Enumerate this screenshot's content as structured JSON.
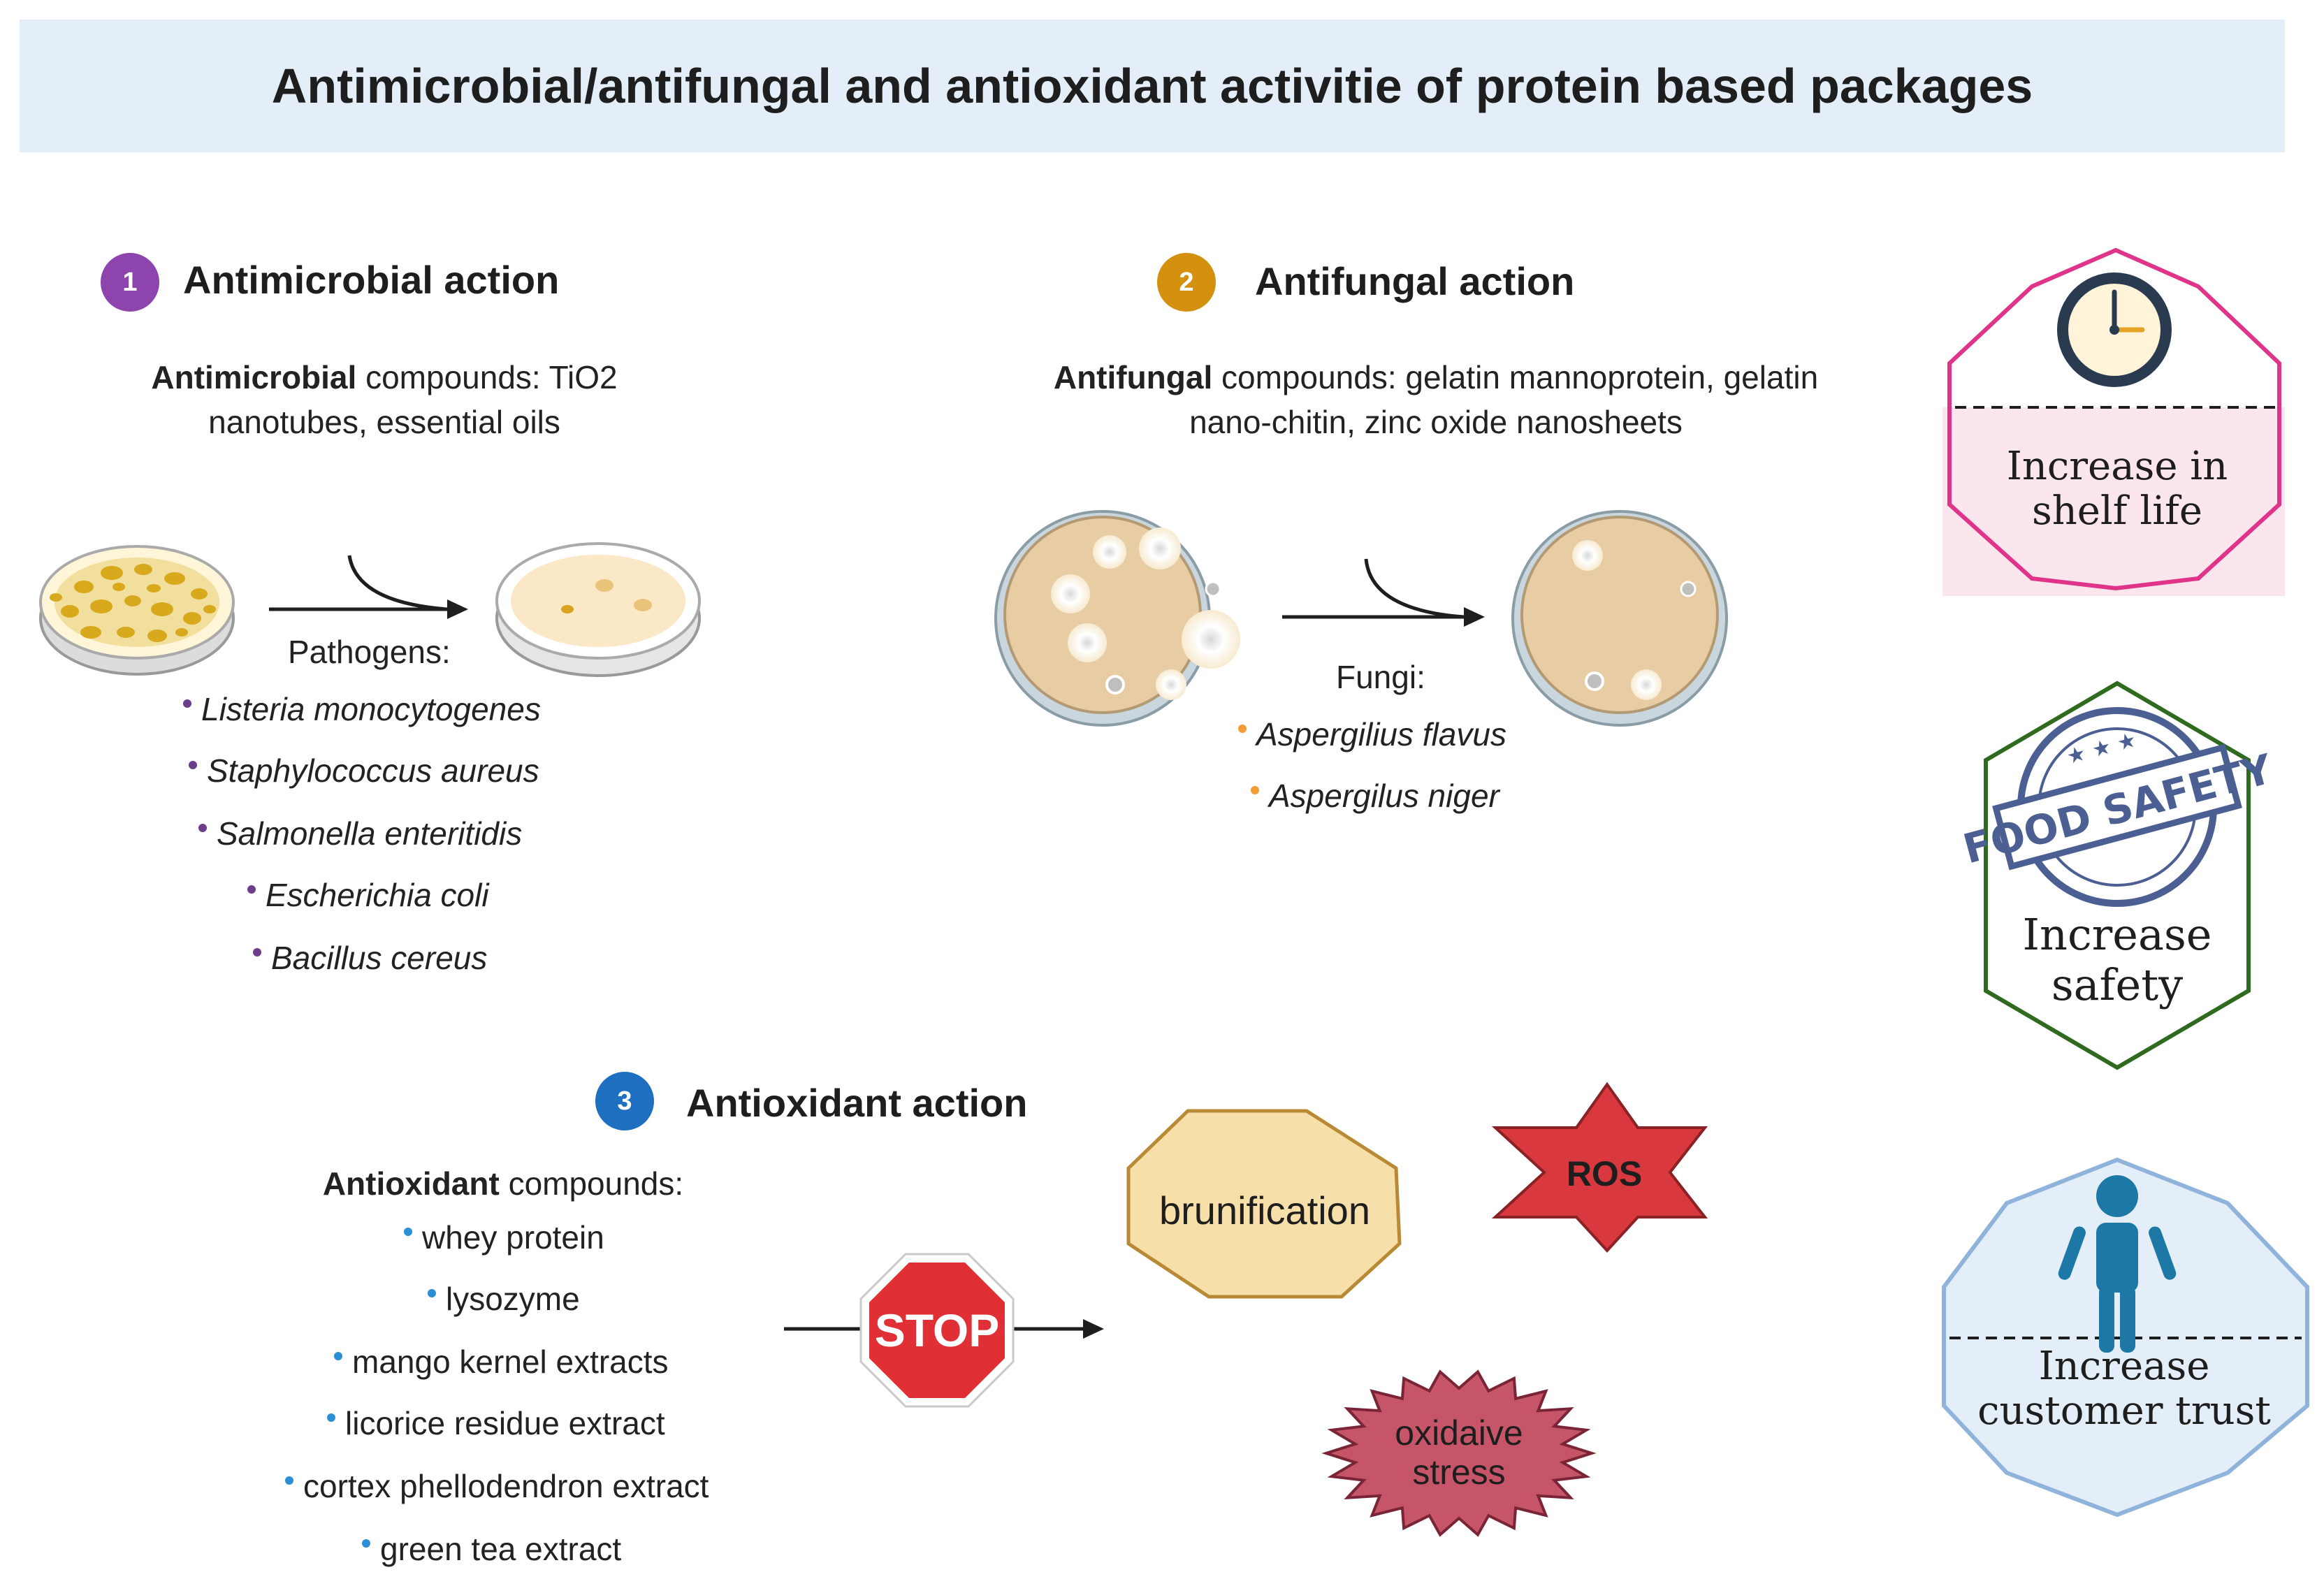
{
  "title": "Antimicrobial/antifungal and antioxidant activitie of protein based packages",
  "sections": {
    "antimicrobial": {
      "number": "1",
      "heading": "Antimicrobial action",
      "desc_bold": "Antimicrobial",
      "desc_line1": " compounds: TiO2",
      "desc_line2": "nanotubes, essential oils",
      "list_label": "Pathogens:",
      "items": [
        "Listeria monocytogenes",
        "Staphylococcus aureus",
        "Salmonella enteritidis",
        "Escherichia coli",
        "Bacillus cereus"
      ]
    },
    "antifungal": {
      "number": "2",
      "heading": "Antifungal action",
      "desc_bold": "Antifungal",
      "desc_line1": " compounds: gelatin mannoprotein, gelatin",
      "desc_line2": "nano-chitin, zinc oxide nanosheets",
      "list_label": "Fungi:",
      "items": [
        "Aspergilius flavus",
        "Aspergilus niger"
      ]
    },
    "antioxidant": {
      "number": "3",
      "heading": "Antioxidant action",
      "desc_bold": "Antioxidant",
      "desc_line1": " compounds:",
      "items": [
        "whey protein",
        "lysozyme",
        "mango kernel extracts",
        "licorice residue extract",
        "cortex phellodendron extract",
        "green  tea extract"
      ],
      "stop_label": "STOP",
      "effects": {
        "brunification": "brunification",
        "ros": "ROS",
        "oxidative": [
          "oxidaive",
          "stress"
        ]
      }
    }
  },
  "benefits": {
    "shelf_life": [
      "Increase in",
      "shelf life"
    ],
    "stamp_text": "FOOD SAFETY",
    "safety": [
      "Increase",
      "safety"
    ],
    "trust": [
      "Increase",
      "customer trust"
    ]
  },
  "colors": {
    "title_band": "#e3eef9",
    "badge1": "#8e44ad",
    "badge2": "#d4900f",
    "badge3": "#1f6fc0",
    "bullet_purple": "#6b3d8c",
    "bullet_orange": "#f39c33",
    "bullet_blue": "#2b8fd6",
    "shelf_border": "#e0338a",
    "safety_border": "#2f6b1f",
    "trust_border": "#8fb3db",
    "stop_red": "#e02f35",
    "ros_red": "#d9393e",
    "oxidative": "#c7556a",
    "brunification_fill": "#f7dfaa"
  },
  "icons": [
    "petri-dish-icon",
    "arrow-icon",
    "clock-icon",
    "food-safety-stamp-icon",
    "person-icon",
    "stop-sign-icon"
  ]
}
